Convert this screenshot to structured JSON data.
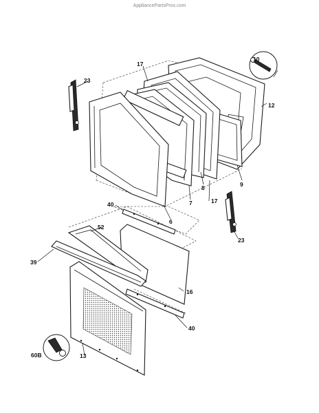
{
  "watermark": "AppliancePartsPros.com",
  "callouts": {
    "p6": "6",
    "p7": "7",
    "p8": "8",
    "p9": "9",
    "p10": "10",
    "p12": "12",
    "p13": "13",
    "p16": "16",
    "p17a": "17",
    "p17b": "17",
    "p23a": "23",
    "p23b": "23",
    "p39": "39",
    "p40a": "40",
    "p40b": "40",
    "p52": "52",
    "p60b": "60B"
  }
}
